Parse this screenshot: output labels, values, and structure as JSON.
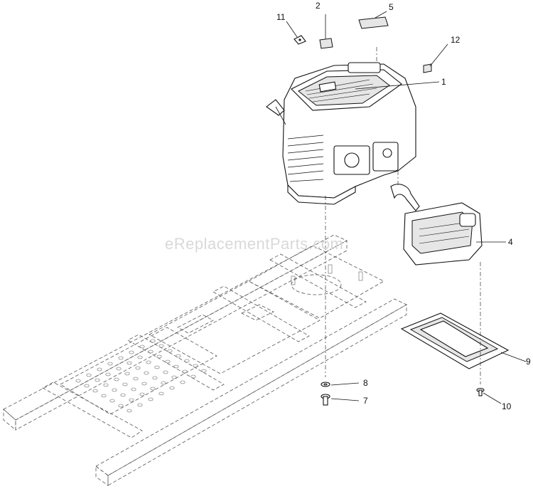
{
  "watermark": "eReplacementParts.com",
  "callouts": [
    {
      "id": "1",
      "label": "1"
    },
    {
      "id": "2",
      "label": "2"
    },
    {
      "id": "4",
      "label": "4"
    },
    {
      "id": "5",
      "label": "5"
    },
    {
      "id": "7",
      "label": "7"
    },
    {
      "id": "8",
      "label": "8"
    },
    {
      "id": "9",
      "label": "9"
    },
    {
      "id": "10",
      "label": "10"
    },
    {
      "id": "11",
      "label": "11"
    },
    {
      "id": "12",
      "label": "12"
    }
  ],
  "colors": {
    "line": "#111111",
    "frame": "#555555",
    "watermark": "#d9d9d9",
    "fill_grey": "#e6e6e6"
  }
}
